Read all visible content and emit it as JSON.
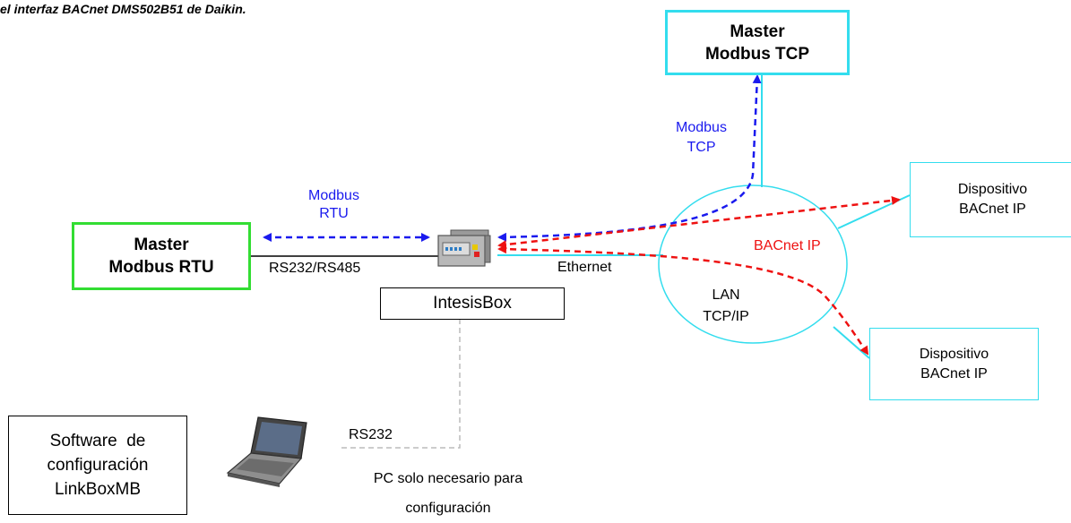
{
  "caption": "el interfaz BACnet DMS502B51 de Daikin.",
  "master_tcp": {
    "line1": "Master",
    "line2": "Modbus TCP"
  },
  "master_rtu": {
    "line1": "Master",
    "line2": "Modbus RTU"
  },
  "intesisbox": "IntesisBox",
  "software_box": {
    "line1": "Software  de",
    "line2": "configuración",
    "line3": "LinkBoxMB"
  },
  "device1": {
    "line1": "Dispositivo",
    "line2": "BACnet IP"
  },
  "device2": {
    "line1": "Dispositivo",
    "line2": "BACnet IP"
  },
  "labels": {
    "modbus_rtu_1": "Modbus",
    "modbus_rtu_2": "RTU",
    "modbus_tcp_1": "Modbus",
    "modbus_tcp_2": "TCP",
    "rs_line": "RS232/RS485",
    "ethernet": "Ethernet",
    "bacnet_ip": "BACnet IP",
    "lan_1": "LAN",
    "lan_2": "TCP/IP",
    "rs232": "RS232",
    "pc_note_1": "PC solo necesario para",
    "pc_note_2": "configuración"
  },
  "colors": {
    "cyan": "#33ddee",
    "green": "#33dd33",
    "blue": "#1a1aee",
    "red": "#ee1111",
    "grey": "#bbbbbb"
  }
}
